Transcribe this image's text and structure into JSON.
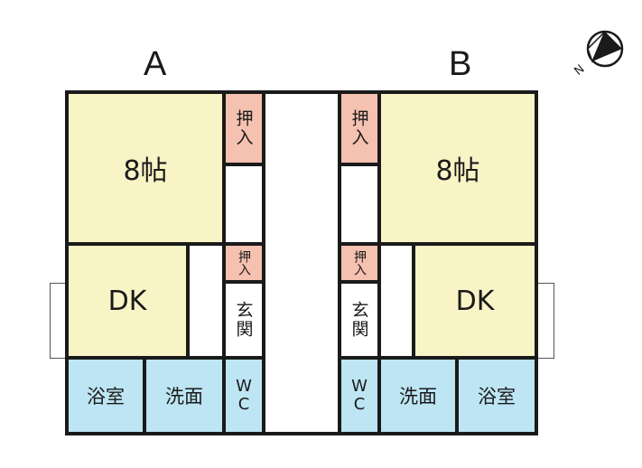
{
  "units": {
    "a": {
      "label": "A"
    },
    "b": {
      "label": "B"
    }
  },
  "rooms": {
    "main": "8帖",
    "dk": "DK",
    "bath": "浴室",
    "washroom": "洗面",
    "closet": "押入",
    "entrance": "玄関",
    "wc": [
      "W",
      "C"
    ]
  },
  "compass": {
    "direction": "N"
  },
  "colors": {
    "tatami": "#f8f4c6",
    "wet_area": "#bde5f3",
    "closet": "#f5c1b0",
    "wall": "#1a1a1a"
  }
}
